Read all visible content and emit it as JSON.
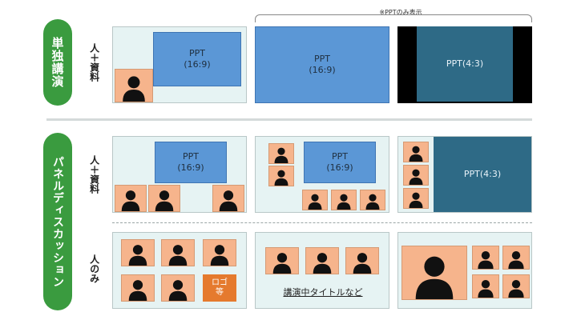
{
  "groups": {
    "solo": "単独講演",
    "panel": "パネルディスカッション"
  },
  "row_labels": {
    "solo_people_materials": "人＋資料",
    "panel_people_materials": "人＋資料",
    "panel_people_only": "人のみ"
  },
  "note": "※PPTのみ表示",
  "ppt_169": "PPT\n(16:9)",
  "ppt_43": "PPT(4:3)",
  "logo_label": "ロゴ\n等",
  "caption": "講演中タイトルなど"
}
